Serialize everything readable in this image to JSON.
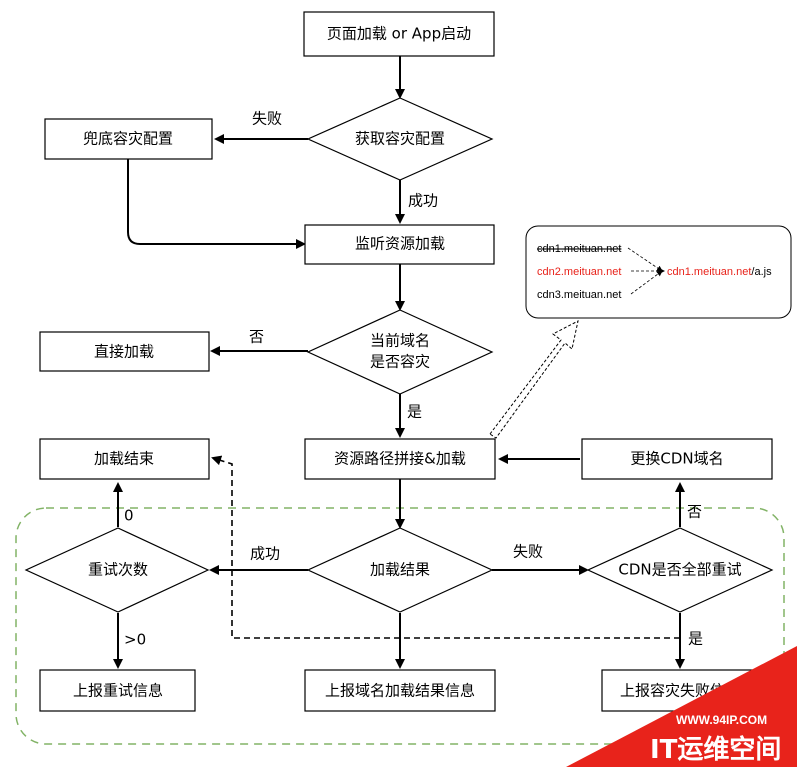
{
  "nodes": {
    "start": "页面加载 or App启动",
    "get_config": "获取容灾配置",
    "fallback_config": "兜底容灾配置",
    "listen": "监听资源加载",
    "is_disaster_line1": "当前域名",
    "is_disaster_line2": "是否容灾",
    "direct_load": "直接加载",
    "concat_load": "资源路径拼接&加载",
    "change_cdn": "更换CDN域名",
    "load_end": "加载结束",
    "load_result": "加载结果",
    "retry_count": "重试次数",
    "cdn_all_retried": "CDN是否全部重试",
    "report_retry": "上报重试信息",
    "report_domain": "上报域名加载结果信息",
    "report_failure": "上报容灾失败信息"
  },
  "edges": {
    "fail": "失败",
    "success": "成功",
    "no": "否",
    "yes": "是",
    "success2": "成功",
    "fail2": "失败",
    "zero": "0",
    "gt_zero": ">0",
    "no2": "否",
    "yes2": "是"
  },
  "callout": {
    "cdn1": "cdn1.meituan.net",
    "cdn2": "cdn2.meituan.net",
    "cdn3": "cdn3.meituan.net",
    "result_domain": "cdn1.meituan.net",
    "result_path": "/a.js",
    "red_color": "#e8231b"
  },
  "watermark": {
    "url": "WWW.94IP.COM",
    "title": "IT运维空间",
    "color": "#e8231b"
  }
}
